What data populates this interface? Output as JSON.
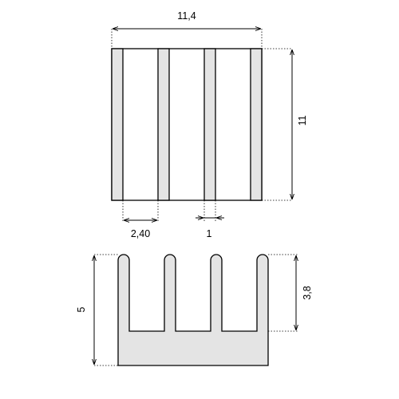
{
  "colors": {
    "background": "#ffffff",
    "fin_fill": "#e4e4e4",
    "line": "#000000"
  },
  "dimensions": {
    "overall_width": "11,4",
    "overall_length": "11",
    "fin_gap": "2,40",
    "fin_thickness": "1",
    "overall_height": "5",
    "fin_height": "3,8"
  }
}
